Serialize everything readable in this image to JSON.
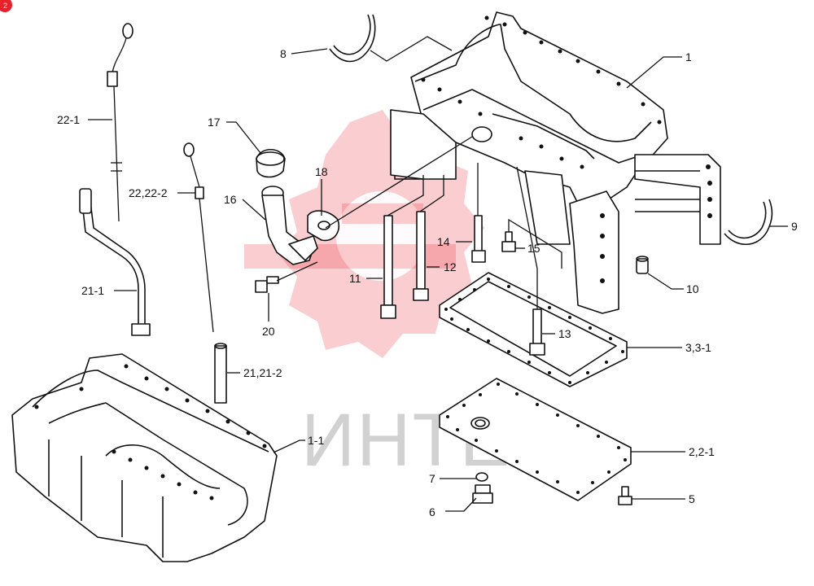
{
  "watermark": {
    "text": "ИНТЕХ",
    "color": "#e8212b"
  },
  "corner_badge": {
    "text": "2"
  },
  "callouts": [
    {
      "id": "c-1",
      "text": "1"
    },
    {
      "id": "c-1-1",
      "text": "1-1"
    },
    {
      "id": "c-2",
      "text": "2,2-1"
    },
    {
      "id": "c-3",
      "text": "3,3-1"
    },
    {
      "id": "c-5",
      "text": "5"
    },
    {
      "id": "c-6",
      "text": "6"
    },
    {
      "id": "c-7",
      "text": "7"
    },
    {
      "id": "c-8",
      "text": "8"
    },
    {
      "id": "c-9",
      "text": "9"
    },
    {
      "id": "c-10",
      "text": "10"
    },
    {
      "id": "c-11",
      "text": "11"
    },
    {
      "id": "c-12",
      "text": "12"
    },
    {
      "id": "c-13",
      "text": "13"
    },
    {
      "id": "c-14",
      "text": "14"
    },
    {
      "id": "c-15",
      "text": "15"
    },
    {
      "id": "c-16",
      "text": "16"
    },
    {
      "id": "c-17",
      "text": "17"
    },
    {
      "id": "c-18",
      "text": "18"
    },
    {
      "id": "c-20",
      "text": "20"
    },
    {
      "id": "c-21",
      "text": "21,21-2"
    },
    {
      "id": "c-21-1",
      "text": "21-1"
    },
    {
      "id": "c-22",
      "text": "22,22-2"
    },
    {
      "id": "c-22-1",
      "text": "22-1"
    }
  ]
}
